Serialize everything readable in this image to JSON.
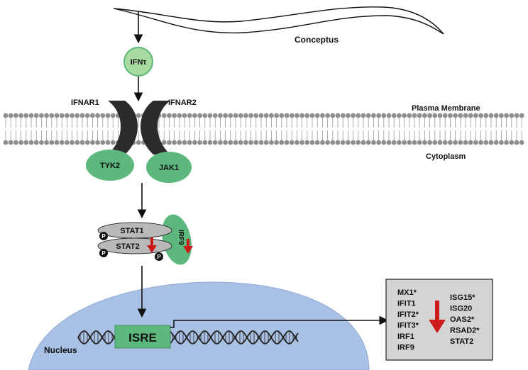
{
  "labels": {
    "conceptus": "Conceptus",
    "ifnt": "IFNτ",
    "ifnar1": "IFNAR1",
    "ifnar2": "IFNAR2",
    "plasma_membrane": "Plasma Membrane",
    "cytoplasm": "Cytoplasm",
    "tyk2": "TYK2",
    "jak1": "JAK1",
    "stat1": "STAT1",
    "stat2": "STAT2",
    "irf9": "IRF9",
    "phospho": "P",
    "isre": "ISRE",
    "nucleus": "Nucleus"
  },
  "gene_box": {
    "left_genes": [
      "MX1*",
      "IFIT1",
      "IFIT2*",
      "IFIT3*",
      "IRF1",
      "IRF9"
    ],
    "right_genes": [
      "ISG15*",
      "ISG20",
      "OAS2*",
      "RSAD2*",
      "STAT2"
    ]
  },
  "colors": {
    "green": "#5cb87c",
    "light_green": "#a8dba0",
    "receptor": "#2b2b2b",
    "membrane_head": "#8f8f8f",
    "nucleus": "#aac1e6",
    "stat_fill": "#b9b9b9",
    "down_arrow": "#cc1a1a",
    "gene_box": "#d4d4d4"
  },
  "icons": {
    "down_regulation": "down-arrow-icon",
    "phosphate": "phosphate-icon",
    "dna": "dna-helix-icon"
  }
}
